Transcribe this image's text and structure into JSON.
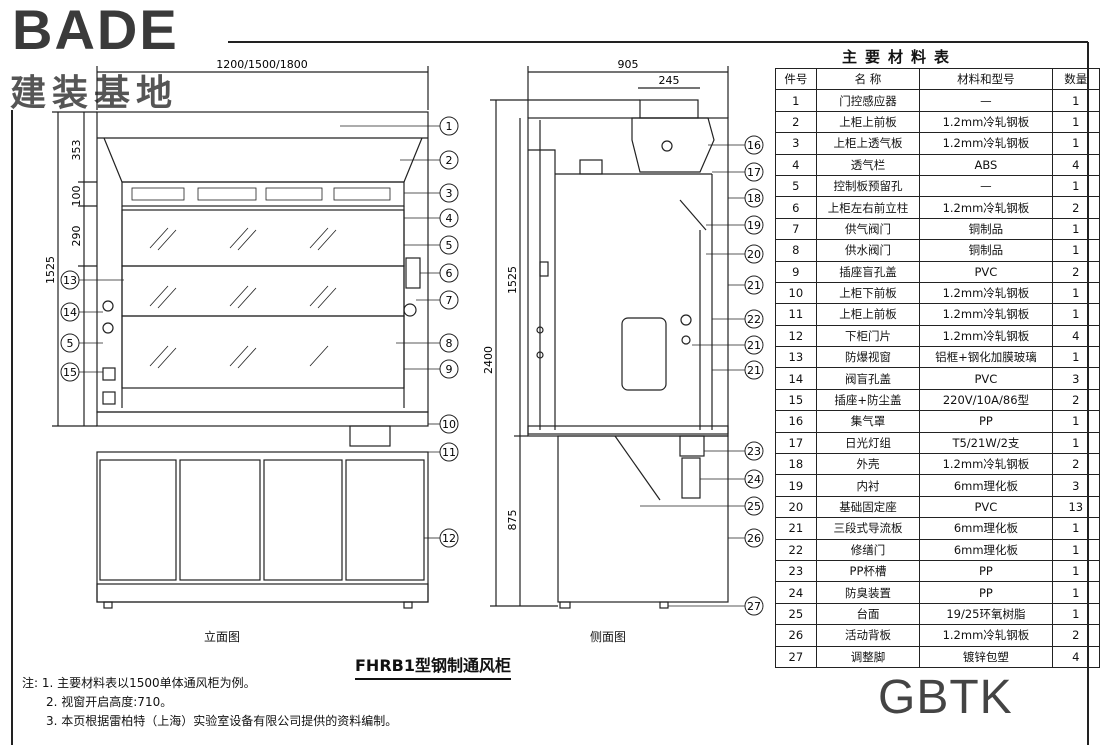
{
  "logo": {
    "brand": "BADE",
    "subtitle": "建装基地"
  },
  "watermark": "GBTK",
  "drawing": {
    "title": "FHRB1型钢制通风柜",
    "front_caption": "立面图",
    "side_caption": "侧面图",
    "front_dims": {
      "width": "1200/1500/1800",
      "h1": "353",
      "h2": "100",
      "h3": "290",
      "h_total": "1525"
    },
    "side_dims": {
      "width": "905",
      "top": "245",
      "upper": "1525",
      "total": "2400",
      "lower": "875"
    },
    "front_callouts": [
      "1",
      "2",
      "3",
      "4",
      "5",
      "6",
      "7",
      "8",
      "9",
      "10",
      "11",
      "12"
    ],
    "front_left_callouts": [
      "13",
      "14",
      "5",
      "15"
    ],
    "side_callouts": [
      "16",
      "17",
      "18",
      "19",
      "20",
      "21",
      "22",
      "21",
      "21",
      "23",
      "24",
      "25",
      "26",
      "27"
    ]
  },
  "notes": {
    "label": "注:",
    "items": [
      "1. 主要材料表以1500单体通风柜为例。",
      "2. 视窗开启高度:710。",
      "3. 本页根据雷柏特（上海）实验室设备有限公司提供的资料编制。"
    ]
  },
  "table": {
    "title": "主要材料表",
    "headers": [
      "件号",
      "名  称",
      "材料和型号",
      "数量"
    ],
    "rows": [
      [
        "1",
        "门控感应器",
        "—",
        "1"
      ],
      [
        "2",
        "上柜上前板",
        "1.2mm冷轧钢板",
        "1"
      ],
      [
        "3",
        "上柜上透气板",
        "1.2mm冷轧钢板",
        "1"
      ],
      [
        "4",
        "透气栏",
        "ABS",
        "4"
      ],
      [
        "5",
        "控制板预留孔",
        "—",
        "1"
      ],
      [
        "6",
        "上柜左右前立柱",
        "1.2mm冷轧钢板",
        "2"
      ],
      [
        "7",
        "供气阀门",
        "铜制品",
        "1"
      ],
      [
        "8",
        "供水阀门",
        "铜制品",
        "1"
      ],
      [
        "9",
        "插座盲孔盖",
        "PVC",
        "2"
      ],
      [
        "10",
        "上柜下前板",
        "1.2mm冷轧钢板",
        "1"
      ],
      [
        "11",
        "上柜上前板",
        "1.2mm冷轧钢板",
        "1"
      ],
      [
        "12",
        "下柜门片",
        "1.2mm冷轧钢板",
        "4"
      ],
      [
        "13",
        "防爆视窗",
        "铝框+钢化加膜玻璃",
        "1"
      ],
      [
        "14",
        "阀盲孔盖",
        "PVC",
        "3"
      ],
      [
        "15",
        "插座+防尘盖",
        "220V/10A/86型",
        "2"
      ],
      [
        "16",
        "集气罩",
        "PP",
        "1"
      ],
      [
        "17",
        "日光灯组",
        "T5/21W/2支",
        "1"
      ],
      [
        "18",
        "外壳",
        "1.2mm冷轧钢板",
        "2"
      ],
      [
        "19",
        "内衬",
        "6mm理化板",
        "3"
      ],
      [
        "20",
        "基础固定座",
        "PVC",
        "13"
      ],
      [
        "21",
        "三段式导流板",
        "6mm理化板",
        "1"
      ],
      [
        "22",
        "修缮门",
        "6mm理化板",
        "1"
      ],
      [
        "23",
        "PP杯槽",
        "PP",
        "1"
      ],
      [
        "24",
        "防臭装置",
        "PP",
        "1"
      ],
      [
        "25",
        "台面",
        "19/25环氧树脂",
        "1"
      ],
      [
        "26",
        "活动背板",
        "1.2mm冷轧钢板",
        "2"
      ],
      [
        "27",
        "调整脚",
        "镀锌包塑",
        "4"
      ]
    ]
  }
}
